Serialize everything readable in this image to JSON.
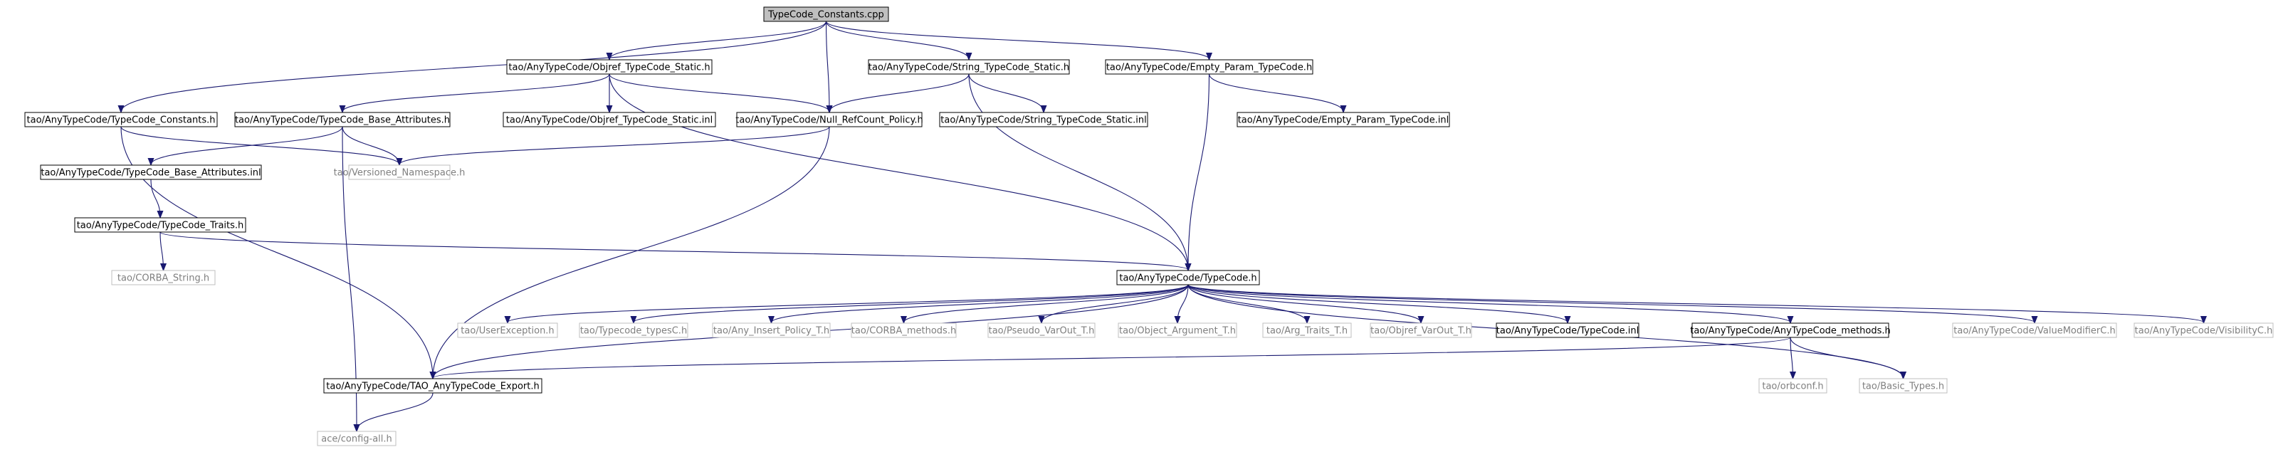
{
  "graph": {
    "nodes": [
      {
        "id": "root",
        "label": "TypeCode_Constants.cpp",
        "kind": "root"
      },
      {
        "id": "objref_static",
        "label": "tao/AnyTypeCode/Objref_TypeCode_Static.h",
        "kind": "black"
      },
      {
        "id": "string_static",
        "label": "tao/AnyTypeCode/String_TypeCode_Static.h",
        "kind": "black"
      },
      {
        "id": "empty_param",
        "label": "tao/AnyTypeCode/Empty_Param_TypeCode.h",
        "kind": "black"
      },
      {
        "id": "tc_constants",
        "label": "tao/AnyTypeCode/TypeCode_Constants.h",
        "kind": "black"
      },
      {
        "id": "tc_base_attr",
        "label": "tao/AnyTypeCode/TypeCode_Base_Attributes.h",
        "kind": "black"
      },
      {
        "id": "objref_inl",
        "label": "tao/AnyTypeCode/Objref_TypeCode_Static.inl",
        "kind": "black"
      },
      {
        "id": "null_refcount",
        "label": "tao/AnyTypeCode/Null_RefCount_Policy.h",
        "kind": "black"
      },
      {
        "id": "string_inl",
        "label": "tao/AnyTypeCode/String_TypeCode_Static.inl",
        "kind": "black"
      },
      {
        "id": "empty_param_inl",
        "label": "tao/AnyTypeCode/Empty_Param_TypeCode.inl",
        "kind": "black"
      },
      {
        "id": "tc_base_attr_inl",
        "label": "tao/AnyTypeCode/TypeCode_Base_Attributes.inl",
        "kind": "black"
      },
      {
        "id": "versioned_ns",
        "label": "tao/Versioned_Namespace.h",
        "kind": "gray"
      },
      {
        "id": "tc_traits",
        "label": "tao/AnyTypeCode/TypeCode_Traits.h",
        "kind": "black"
      },
      {
        "id": "corba_string",
        "label": "tao/CORBA_String.h",
        "kind": "gray"
      },
      {
        "id": "typecode_h",
        "label": "tao/AnyTypeCode/TypeCode.h",
        "kind": "black"
      },
      {
        "id": "user_exc",
        "label": "tao/UserException.h",
        "kind": "gray"
      },
      {
        "id": "typecode_typesc",
        "label": "tao/Typecode_typesC.h",
        "kind": "gray"
      },
      {
        "id": "any_insert",
        "label": "tao/Any_Insert_Policy_T.h",
        "kind": "gray"
      },
      {
        "id": "corba_methods",
        "label": "tao/CORBA_methods.h",
        "kind": "gray"
      },
      {
        "id": "pseudo_varout",
        "label": "tao/Pseudo_VarOut_T.h",
        "kind": "gray"
      },
      {
        "id": "object_arg",
        "label": "tao/Object_Argument_T.h",
        "kind": "gray"
      },
      {
        "id": "arg_traits",
        "label": "tao/Arg_Traits_T.h",
        "kind": "gray"
      },
      {
        "id": "objref_varout",
        "label": "tao/Objref_VarOut_T.h",
        "kind": "gray"
      },
      {
        "id": "typecode_inl",
        "label": "tao/AnyTypeCode/TypeCode.inl",
        "kind": "black"
      },
      {
        "id": "anytc_methods",
        "label": "tao/AnyTypeCode/AnyTypeCode_methods.h",
        "kind": "black"
      },
      {
        "id": "valuemod",
        "label": "tao/AnyTypeCode/ValueModifierC.h",
        "kind": "gray"
      },
      {
        "id": "visibility",
        "label": "tao/AnyTypeCode/VisibilityC.h",
        "kind": "gray"
      },
      {
        "id": "tao_export",
        "label": "tao/AnyTypeCode/TAO_AnyTypeCode_Export.h",
        "kind": "black"
      },
      {
        "id": "orbconf",
        "label": "tao/orbconf.h",
        "kind": "gray"
      },
      {
        "id": "basic_types",
        "label": "tao/Basic_Types.h",
        "kind": "gray"
      },
      {
        "id": "config_all",
        "label": "ace/config-all.h",
        "kind": "gray"
      }
    ],
    "edges": [
      [
        "root",
        "objref_static"
      ],
      [
        "root",
        "string_static"
      ],
      [
        "root",
        "empty_param"
      ],
      [
        "root",
        "tc_constants"
      ],
      [
        "root",
        "null_refcount"
      ],
      [
        "objref_static",
        "tc_base_attr"
      ],
      [
        "objref_static",
        "objref_inl"
      ],
      [
        "objref_static",
        "null_refcount"
      ],
      [
        "objref_static",
        "typecode_h"
      ],
      [
        "string_static",
        "null_refcount"
      ],
      [
        "string_static",
        "string_inl"
      ],
      [
        "string_static",
        "typecode_h"
      ],
      [
        "empty_param",
        "empty_param_inl"
      ],
      [
        "empty_param",
        "typecode_h"
      ],
      [
        "tc_constants",
        "versioned_ns"
      ],
      [
        "tc_constants",
        "tao_export"
      ],
      [
        "tc_base_attr",
        "tc_base_attr_inl"
      ],
      [
        "tc_base_attr",
        "versioned_ns"
      ],
      [
        "tc_base_attr",
        "config_all"
      ],
      [
        "null_refcount",
        "versioned_ns"
      ],
      [
        "null_refcount",
        "tao_export"
      ],
      [
        "tc_base_attr_inl",
        "tc_traits"
      ],
      [
        "tc_traits",
        "corba_string"
      ],
      [
        "tc_traits",
        "typecode_h"
      ],
      [
        "typecode_h",
        "user_exc"
      ],
      [
        "typecode_h",
        "typecode_typesc"
      ],
      [
        "typecode_h",
        "any_insert"
      ],
      [
        "typecode_h",
        "corba_methods"
      ],
      [
        "typecode_h",
        "pseudo_varout"
      ],
      [
        "typecode_h",
        "object_arg"
      ],
      [
        "typecode_h",
        "arg_traits"
      ],
      [
        "typecode_h",
        "objref_varout"
      ],
      [
        "typecode_h",
        "typecode_inl"
      ],
      [
        "typecode_h",
        "anytc_methods"
      ],
      [
        "typecode_h",
        "valuemod"
      ],
      [
        "typecode_h",
        "visibility"
      ],
      [
        "typecode_h",
        "tao_export"
      ],
      [
        "typecode_h",
        "basic_types"
      ],
      [
        "anytc_methods",
        "tao_export"
      ],
      [
        "anytc_methods",
        "orbconf"
      ],
      [
        "anytc_methods",
        "basic_types"
      ],
      [
        "tao_export",
        "config_all"
      ]
    ]
  }
}
